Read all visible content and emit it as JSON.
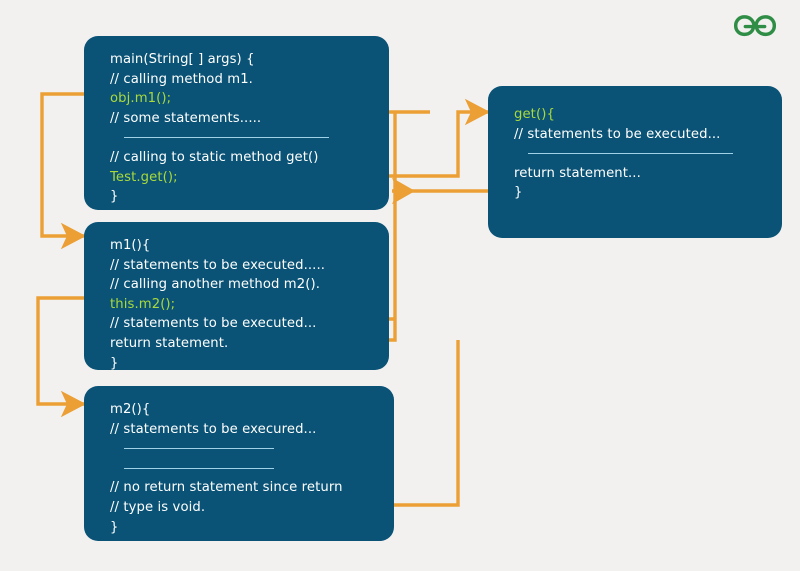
{
  "meta": {
    "title": "Java method call flow diagram",
    "background_color": "#f2f1f0",
    "box_color": "#0a5376",
    "text_color": "#ffffff",
    "keyword_color": "#a9d93b",
    "arrow_color": "#eb9f34",
    "rule_color": "#9fd2e6",
    "logo_color": "#2f8d46"
  },
  "logo": {
    "name": "geeksforgeeks-logo",
    "alt": "GeeksforGeeks"
  },
  "boxes": {
    "main": {
      "label": "main-method-box",
      "lines": [
        {
          "text": "main(String[ ] args) {",
          "style": "plain"
        },
        {
          "text": "// calling method m1.",
          "style": "plain"
        },
        {
          "text": "obj.m1();",
          "style": "keyword"
        },
        {
          "text": "// some statements.....",
          "style": "plain"
        },
        {
          "text": "",
          "style": "rule"
        },
        {
          "text": "// calling to static method get()",
          "style": "plain"
        },
        {
          "text": "Test.get();",
          "style": "keyword"
        },
        {
          "text": "}",
          "style": "plain"
        }
      ]
    },
    "m1": {
      "label": "m1-method-box",
      "lines": [
        {
          "text": "m1(){",
          "style": "plain"
        },
        {
          "text": "// statements to be executed.....",
          "style": "plain"
        },
        {
          "text": "// calling another method m2().",
          "style": "plain"
        },
        {
          "text": "this.m2();",
          "style": "keyword"
        },
        {
          "text": "// statements to be executed...",
          "style": "plain"
        },
        {
          "text": "return statement.",
          "style": "plain"
        },
        {
          "text": "}",
          "style": "plain"
        }
      ]
    },
    "m2": {
      "label": "m2-method-box",
      "lines": [
        {
          "text": "m2(){",
          "style": "plain"
        },
        {
          "text": "// statements to be execured...",
          "style": "plain"
        },
        {
          "text": "",
          "style": "rule"
        },
        {
          "text": "",
          "style": "rule"
        },
        {
          "text": "// no return statement since return",
          "style": "plain"
        },
        {
          "text": "// type is void.",
          "style": "plain"
        },
        {
          "text": "}",
          "style": "plain"
        }
      ]
    },
    "get": {
      "label": "get-method-box",
      "lines": [
        {
          "text": "get(){",
          "style": "keyword"
        },
        {
          "text": "// statements to be executed...",
          "style": "plain"
        },
        {
          "text": "",
          "style": "rule"
        },
        {
          "text": "",
          "style": "rule"
        },
        {
          "text": "return statement...",
          "style": "plain"
        },
        {
          "text": "}",
          "style": "plain"
        }
      ]
    }
  },
  "arrows": [
    {
      "name": "arrow-main-calls-m1",
      "from": "main.obj.m1()",
      "to": "m1 box"
    },
    {
      "name": "arrow-m1-calls-m2",
      "from": "m1.this.m2()",
      "to": "m2 box"
    },
    {
      "name": "arrow-main-calls-get",
      "from": "main.Test.get()",
      "to": "get box"
    },
    {
      "name": "arrow-get-returns-to-main",
      "from": "get.return",
      "to": "main box"
    },
    {
      "name": "arrow-m1-returns-to-main",
      "from": "m1.return",
      "to": "main box"
    },
    {
      "name": "arrow-m2-returns-to-m1",
      "from": "m2.return",
      "to": "m1 box"
    }
  ]
}
